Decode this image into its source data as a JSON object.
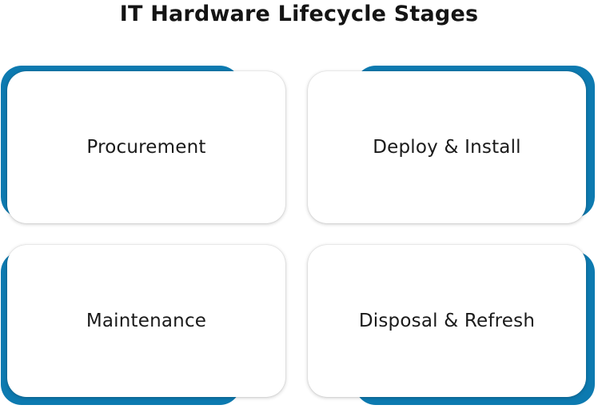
{
  "title": "IT Hardware Lifecycle Stages",
  "accent_color": "#0d7ab0",
  "stages": [
    {
      "label": "Procurement"
    },
    {
      "label": "Deploy & Install"
    },
    {
      "label": "Maintenance"
    },
    {
      "label": "Disposal & Refresh"
    }
  ]
}
